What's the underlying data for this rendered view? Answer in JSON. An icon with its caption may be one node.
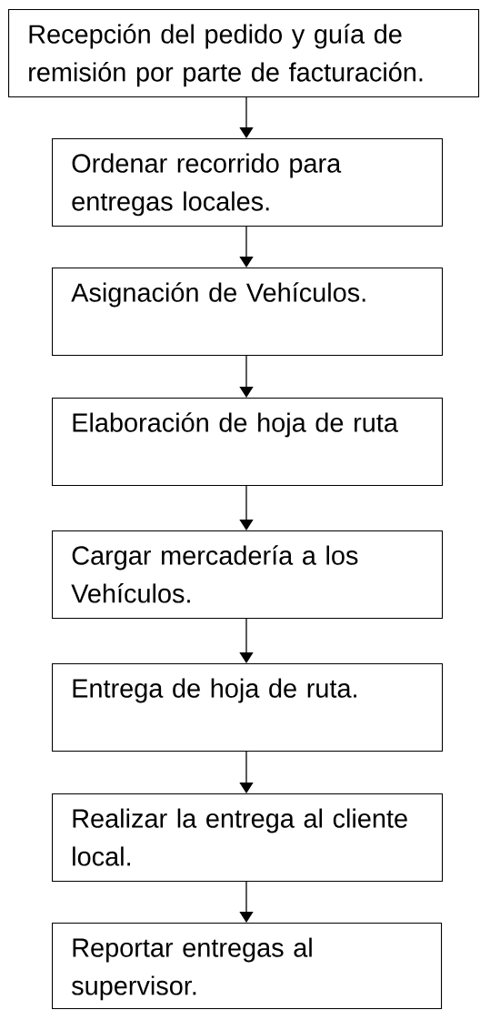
{
  "diagram": {
    "nodes": [
      {
        "text": [
          "Recepción del pedido y guía de remisión por parte de facturación."
        ]
      },
      {
        "text": [
          "Ordenar recorrido para entregas locales."
        ]
      },
      {
        "text": [
          "Asignación de Vehículos."
        ]
      },
      {
        "text": [
          "Elaboración de hoja de ruta"
        ]
      },
      {
        "text": [
          "Cargar mercadería a los Vehículos."
        ]
      },
      {
        "text": [
          "Entrega de hoja de ruta."
        ]
      },
      {
        "text": [
          "Realizar la entrega al cliente local."
        ]
      },
      {
        "text": [
          "Reportar entregas al supervisor."
        ]
      }
    ],
    "edges": [
      {
        "from": 0,
        "to": 1,
        "arrow": "to"
      },
      {
        "from": 1,
        "to": 2,
        "arrow": "to"
      },
      {
        "from": 2,
        "to": 3,
        "arrow": "to"
      },
      {
        "from": 3,
        "to": 4,
        "arrow": "to"
      },
      {
        "from": 4,
        "to": 5,
        "arrow": "to"
      },
      {
        "from": 5,
        "to": 6,
        "arrow": "to"
      },
      {
        "from": 6,
        "to": 7,
        "arrow": "to"
      }
    ]
  }
}
